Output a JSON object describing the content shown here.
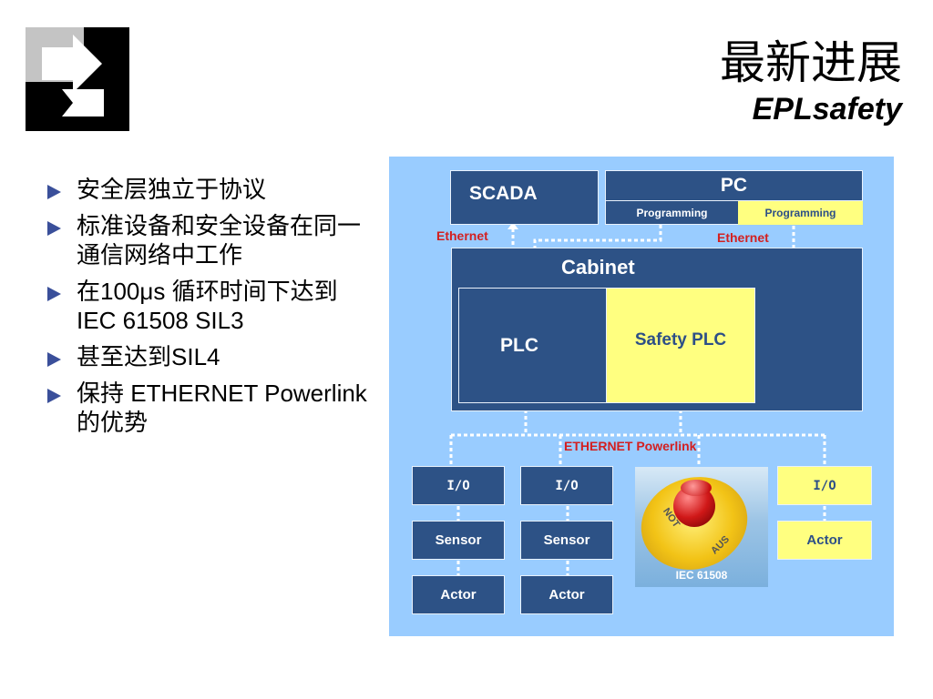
{
  "title": {
    "main": "最新进展",
    "sub": "EPLsafety"
  },
  "bullets": [
    "安全层独立于协议",
    "标准设备和安全设备在同一通信网络中工作",
    "在100μs 循环时间下达到 IEC 61508 SIL3",
    "甚至达到SIL4",
    "保持 ETHERNET Powerlink 的优势"
  ],
  "diagram": {
    "scada": "SCADA",
    "pc": "PC",
    "programming_left": "Programming",
    "programming_right": "Programming",
    "ethernet_left": "Ethernet",
    "ethernet_right": "Ethernet",
    "cabinet": "Cabinet",
    "plc": "PLC",
    "safety_plc": "Safety PLC",
    "powerlink": "ETHERNET Powerlink",
    "col1": {
      "io": "I/O",
      "sensor": "Sensor",
      "actor": "Actor"
    },
    "col2": {
      "io": "I/O",
      "sensor": "Sensor",
      "actor": "Actor"
    },
    "col4": {
      "io": "I/O",
      "actor": "Actor"
    },
    "estop": {
      "text_no": "NOT",
      "text_aus": "AUS",
      "caption": "IEC 61508"
    }
  },
  "colors": {
    "dark_box": "#2d5286",
    "safety_yellow": "#ffff80",
    "panel_blue": "#99ccff",
    "ethernet_red": "#d32020"
  },
  "icons": [
    "company-logo",
    "bullet-arrow-icon",
    "emergency-stop-button"
  ]
}
